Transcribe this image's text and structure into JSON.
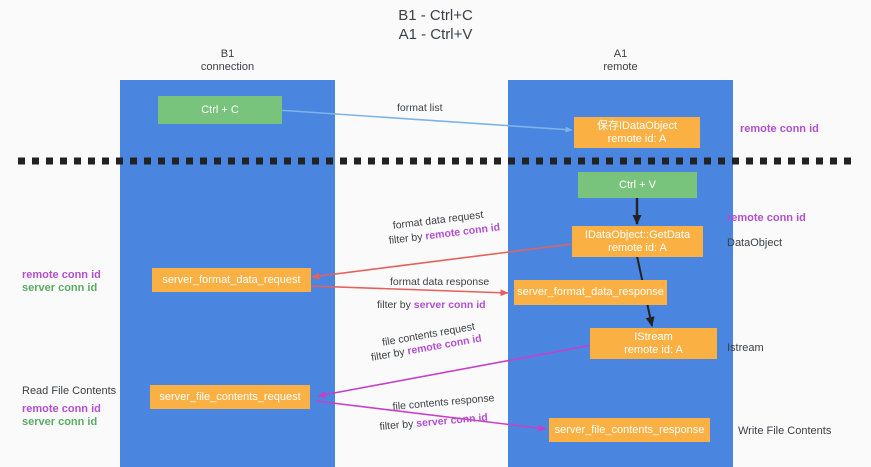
{
  "title": {
    "line1": "B1 - Ctrl+C",
    "line2": "A1 - Ctrl+V"
  },
  "columns": [
    {
      "name": "B1",
      "sub": "connection"
    },
    {
      "name": "A1",
      "sub": "remote"
    }
  ],
  "nodes": {
    "ctrl_c": "Ctrl + C",
    "ctrl_v": "Ctrl + V",
    "save_idataobject": "保存IDataObject\nremote id: A",
    "getdata": "IDataObject::GetData\nremote id: A",
    "istream": "IStream\nremote id: A",
    "server_format_data_request": "server_format_data_request",
    "server_format_data_response": "server_format_data_response",
    "server_file_contents_request": "server_file_contents_request",
    "server_file_contents_response": "server_file_contents_response"
  },
  "edge_labels": {
    "format_list": "format list",
    "format_data_request": "format data request",
    "format_data_request_filter_pre": "filter by ",
    "format_data_request_filter_key": "remote conn id",
    "format_data_response": "format data response",
    "format_data_response_filter_pre": "filter by ",
    "format_data_response_filter_key": "server conn id",
    "file_contents_request": "file contents request",
    "file_contents_request_filter_pre": "filter by ",
    "file_contents_request_filter_key": "remote conn id",
    "file_contents_response": "file contents response",
    "file_contents_response_filter_pre": "filter by ",
    "file_contents_response_filter_key": "server conn id"
  },
  "annotations": {
    "right_remote_conn_id_top": "remote conn id",
    "right_remote_conn_id_mid": "remote conn id",
    "right_dataobject": "DataObject",
    "right_istream": "Istream",
    "right_write_file_contents": "Write File Contents",
    "left_remote_conn_id_1": "remote conn id",
    "left_server_conn_id_1": "server conn id",
    "left_read_file_contents": "Read File Contents",
    "left_remote_conn_id_2": "remote conn id",
    "left_server_conn_id_2": "server conn id"
  },
  "colors": {
    "lane": "#4a86e0",
    "green_node": "#79c47c",
    "orange_node": "#fbb044",
    "purple_key": "#b24fd0",
    "green_key": "#5aab63",
    "arrow_blue": "#7fb3e8",
    "arrow_red": "#e8605a",
    "arrow_magenta": "#c740c7",
    "arrow_black": "#222222",
    "divider": "#222222",
    "background": "#fafafa"
  }
}
